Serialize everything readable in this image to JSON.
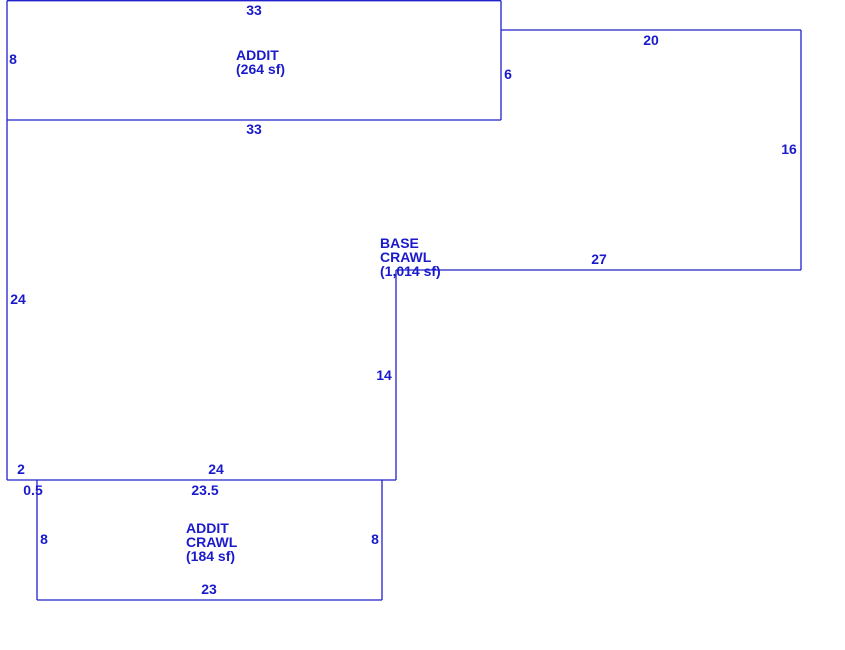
{
  "sketch": {
    "line_color": "#2020cc",
    "text_color": "#1a1acc",
    "areas": {
      "addit": {
        "line1": "ADDIT",
        "line2": "(264 sf)"
      },
      "base": {
        "line1": "BASE",
        "line2": "CRAWL",
        "line3": "(1,014 sf)"
      },
      "addit_crawl": {
        "line1": "ADDIT",
        "line2": "CRAWL",
        "line3": "(184 sf)"
      }
    },
    "dimensions": {
      "addit_top": "33",
      "addit_left": "8",
      "addit_right": "6",
      "addit_bottom": "33",
      "base_top_right": "20",
      "base_right": "16",
      "base_step": "27",
      "base_left": "24",
      "base_inner": "14",
      "base_bottom_left": "2",
      "base_bottom": "24",
      "crawl_offset": "0.5",
      "crawl_top": "23.5",
      "crawl_left": "8",
      "crawl_right": "8",
      "crawl_bottom": "23"
    }
  }
}
